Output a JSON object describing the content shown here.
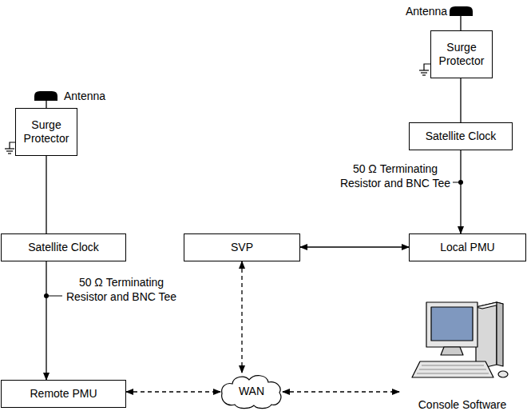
{
  "diagram": {
    "nodes": [
      {
        "text": [
          "Surge Protector"
        ]
      },
      {
        "text": [
          "Surge Protector"
        ]
      },
      {
        "text": [
          "Satellite Clock"
        ]
      },
      {
        "text": [
          "Satellite Clock"
        ]
      },
      {
        "text": [
          "SVP"
        ]
      },
      {
        "text": [
          "Local PMU"
        ]
      },
      {
        "text": [
          "Console Software"
        ]
      },
      {
        "text": [
          "Remote PMU"
        ]
      },
      {
        "text": [
          "WAN"
        ]
      }
    ],
    "edges": [
      {
        "from": 0,
        "to": 2,
        "arrow": "none"
      },
      {
        "from": 1,
        "to": 3,
        "arrow": "none"
      },
      {
        "from": 2,
        "to": 5,
        "arrow": "to"
      },
      {
        "from": 3,
        "to": 7,
        "arrow": "to"
      },
      {
        "from": 4,
        "to": 5,
        "arrow": "both"
      },
      {
        "from": 4,
        "to": 8,
        "arrow": "both"
      },
      {
        "from": 7,
        "to": 8,
        "arrow": "both"
      },
      {
        "from": 8,
        "to": 6,
        "arrow": "both"
      }
    ],
    "labels": [
      "Antenna",
      "Antenna",
      "50 Ω Terminating Resistor and BNC Tee",
      "50 Ω Terminating Resistor and BNC Tee"
    ]
  }
}
